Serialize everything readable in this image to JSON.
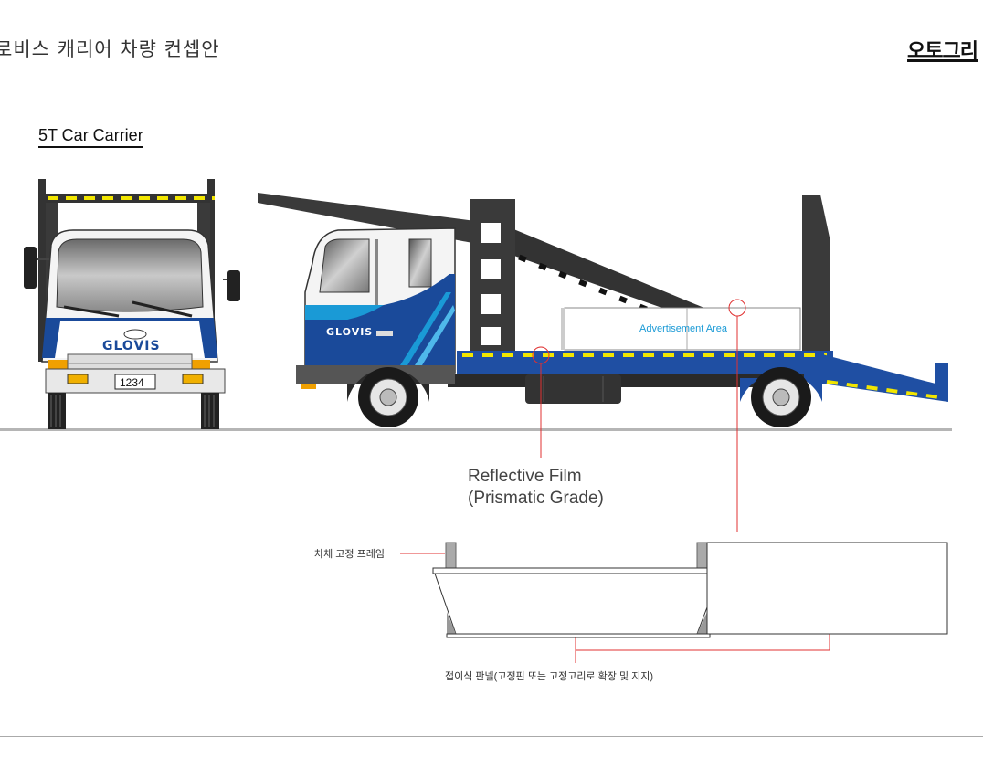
{
  "header": {
    "title": "로비스 캐리어 차량 컨셉안",
    "brand": "오토그리"
  },
  "section_title": "5T Car Carrier",
  "truck": {
    "brand_front": "GLOVIS",
    "brand_side": "GLOVIS",
    "plate": "1234",
    "advertisement": "Advertisement Area"
  },
  "callouts": {
    "reflective_line1": "Reflective Film",
    "reflective_line2": "(Prismatic Grade)",
    "frame": "차체 고정 프레임",
    "panel": "접이식 판넬(고정핀 또는 고정고리로 확장 및 지지)"
  },
  "colors": {
    "truck_blue": "#1a4a9a",
    "bed_blue": "#1f4fa3",
    "accent_cyan": "#1a9ad6",
    "callout_red": "#e03030",
    "reflective_yellow": "#f2e600",
    "structure_dark": "#3a3a3a"
  }
}
